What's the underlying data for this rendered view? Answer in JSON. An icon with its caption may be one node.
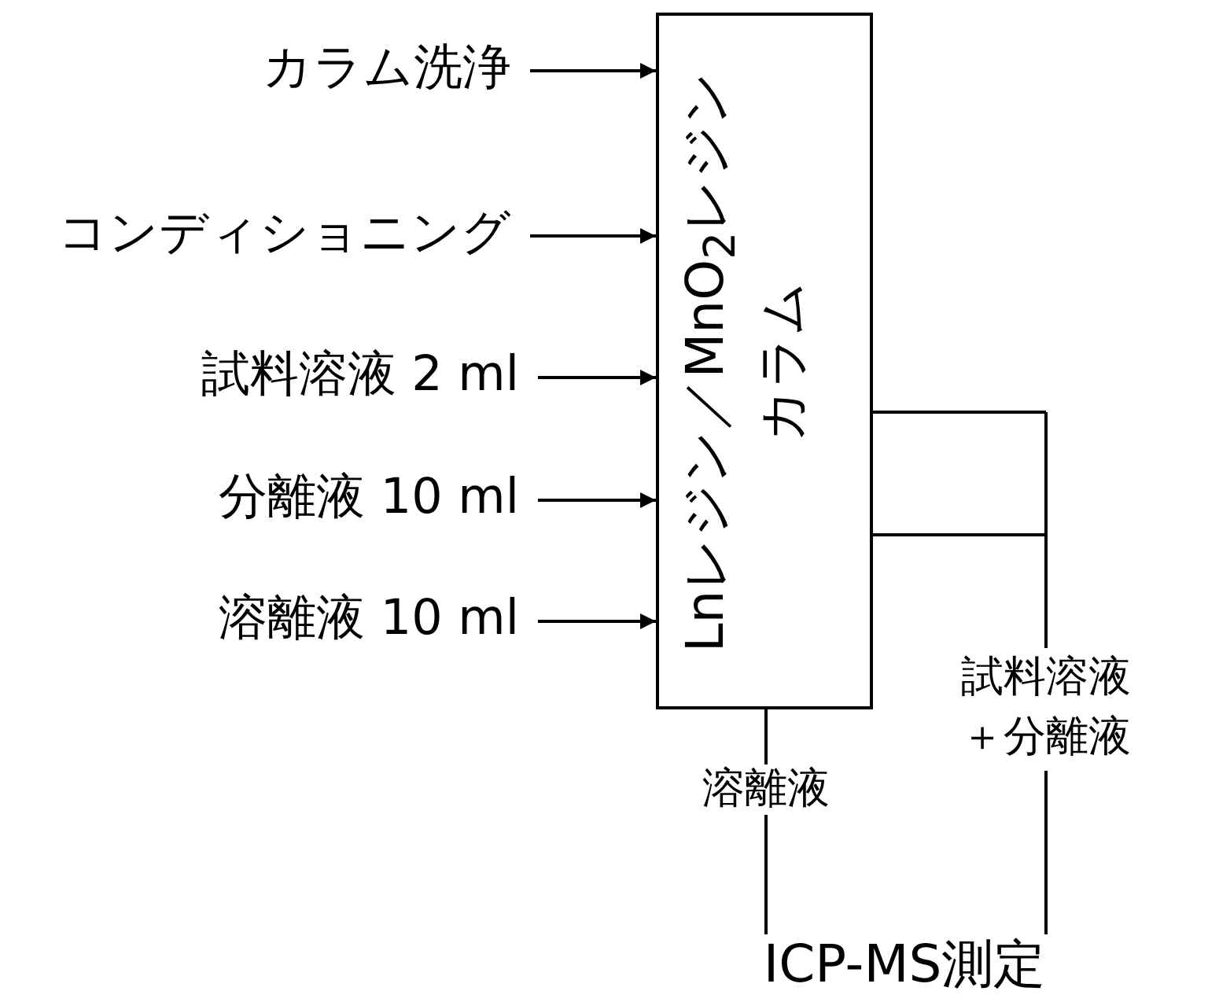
{
  "diagram": {
    "nodes": [
      {
        "text": [
          "カラム洗浄"
        ]
      },
      {
        "text": [
          "コンディショニング"
        ]
      },
      {
        "text": [
          "試料溶液 2 ml"
        ]
      },
      {
        "text": [
          "分離液 10 ml"
        ]
      },
      {
        "text": [
          "溶離液 10 ml"
        ]
      },
      {
        "text": [
          "Lnレジン／MnO$_{2}$レジン",
          "カラム"
        ]
      },
      {
        "text": [
          "試料溶液＋分離液"
        ]
      },
      {
        "text": [
          "溶離液"
        ]
      },
      {
        "text": [
          "ICP-MS測定"
        ]
      }
    ],
    "edges": [
      {
        "from": 0,
        "to": 5,
        "arrow": "to"
      },
      {
        "from": 1,
        "to": 5,
        "arrow": "to"
      },
      {
        "from": 2,
        "to": 5,
        "arrow": "to"
      },
      {
        "from": 3,
        "to": 5,
        "arrow": "to"
      },
      {
        "from": 4,
        "to": 5,
        "arrow": "to"
      },
      {
        "from": 5,
        "to": 6,
        "arrow": "none"
      },
      {
        "from": 6,
        "to": 8,
        "arrow": "none"
      },
      {
        "from": 5,
        "to": 7,
        "arrow": "none"
      },
      {
        "from": 7,
        "to": 8,
        "arrow": "none"
      }
    ]
  }
}
